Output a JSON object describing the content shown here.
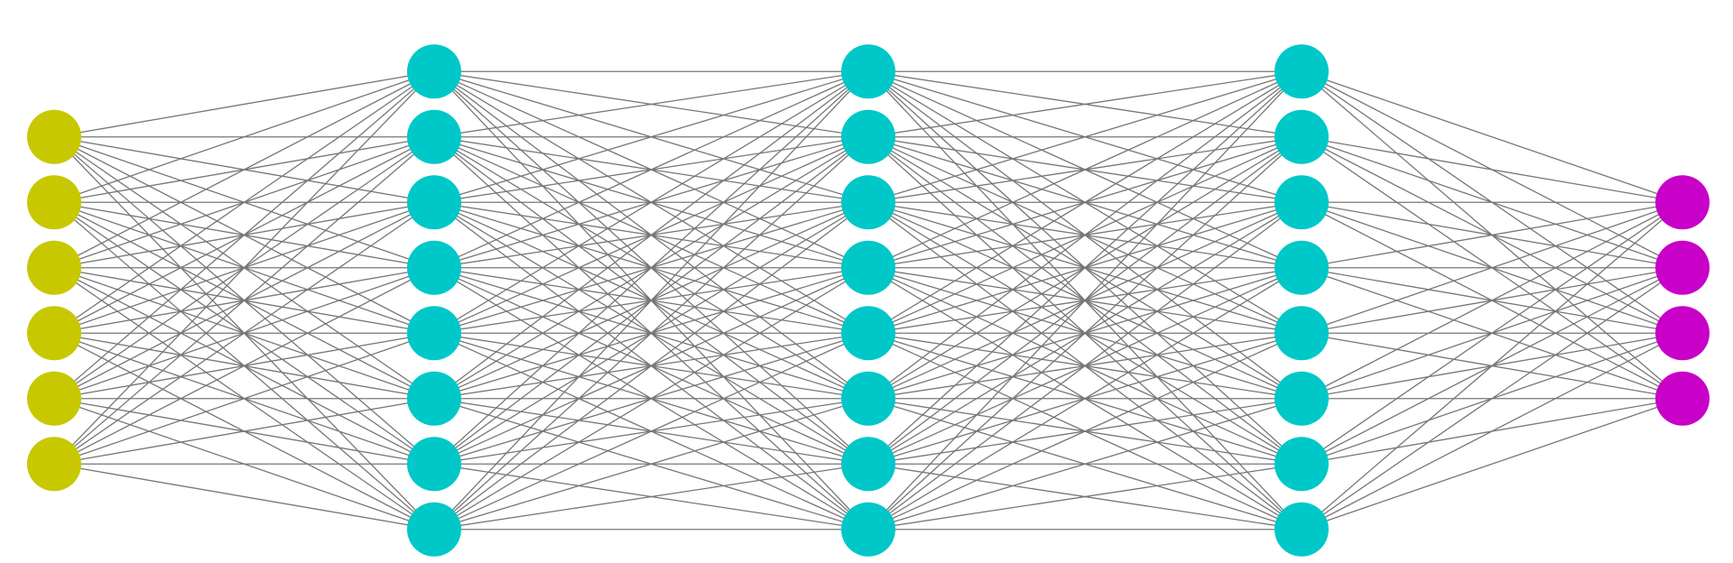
{
  "diagram": {
    "type": "neural-network",
    "connectivity": "fully-connected",
    "layers": [
      {
        "role": "input",
        "nodes": 6,
        "color": "#c8c800"
      },
      {
        "role": "hidden",
        "nodes": 8,
        "color": "#00c8c8"
      },
      {
        "role": "hidden",
        "nodes": 8,
        "color": "#00c8c8"
      },
      {
        "role": "hidden",
        "nodes": 8,
        "color": "#00c8c8"
      },
      {
        "role": "output",
        "nodes": 4,
        "color": "#c800c8"
      }
    ],
    "edge_color": "#777777"
  }
}
